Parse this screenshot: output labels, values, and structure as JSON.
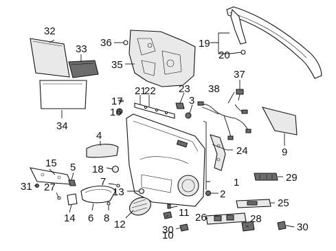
{
  "callouts": {
    "c1": "1",
    "c2": "2",
    "c3": "3",
    "c4": "4",
    "c5": "5",
    "c6": "6",
    "c7": "7",
    "c8": "8",
    "c9": "9",
    "c10": "10",
    "c11": "11",
    "c12": "12",
    "c13": "13",
    "c14": "14",
    "c15": "15",
    "c16": "16",
    "c17": "17",
    "c18": "18",
    "c19": "19",
    "c20": "20",
    "c21": "21",
    "c22": "22",
    "c23": "23",
    "c24": "24",
    "c25": "25",
    "c26": "26",
    "c27": "27",
    "c28": "28",
    "c29": "29",
    "c30a": "30",
    "c30b": "30",
    "c31": "31",
    "c32": "32",
    "c33": "33",
    "c34": "34",
    "c35": "35",
    "c36": "36",
    "c37": "37",
    "c38": "38"
  }
}
